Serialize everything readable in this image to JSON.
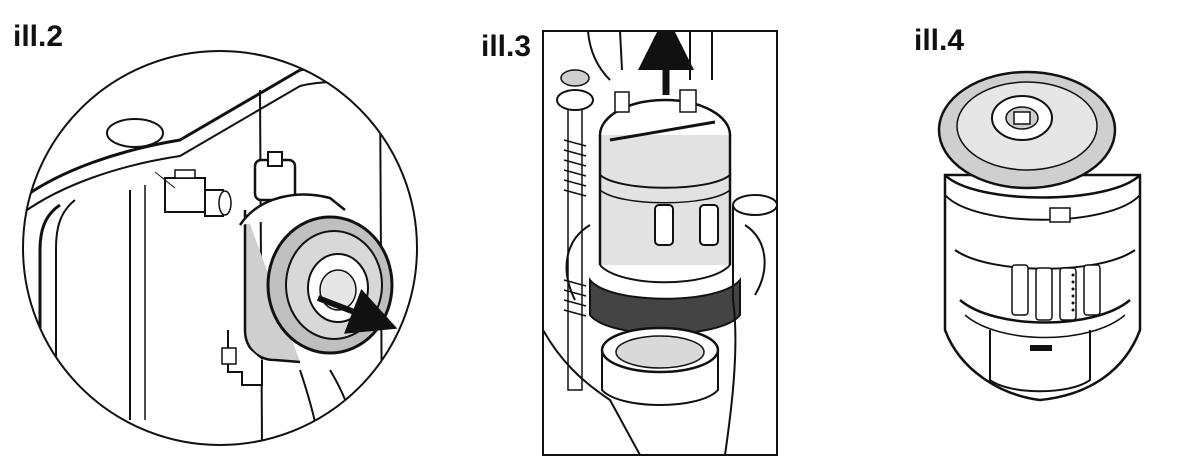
{
  "illustrations": [
    {
      "label": "ill.2",
      "icon": "flush-valve-removal-icon"
    },
    {
      "label": "ill.3",
      "icon": "fill-valve-lift-icon"
    },
    {
      "label": "ill.4",
      "icon": "valve-cartridge-icon"
    }
  ],
  "colors": {
    "ink": "#111111",
    "panel": "#ffffff",
    "shade": "#cfcfcf",
    "mid": "#9a9a9a",
    "dark": "#444444"
  }
}
